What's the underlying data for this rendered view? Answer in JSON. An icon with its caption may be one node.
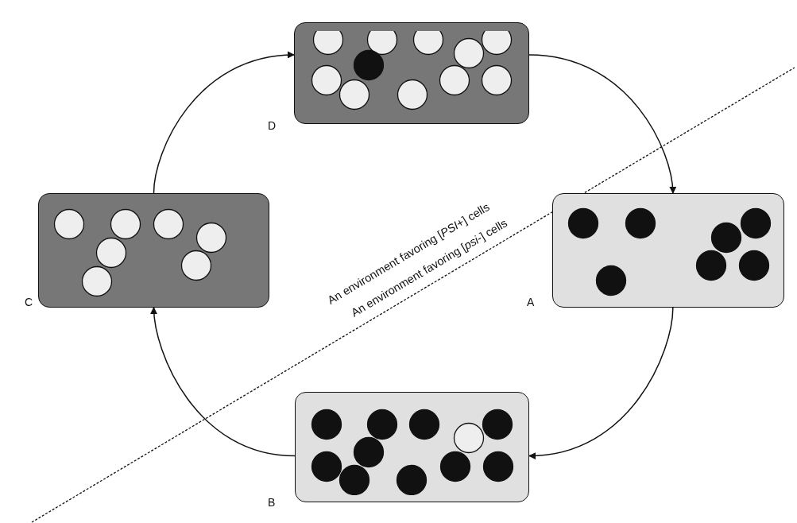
{
  "diagram": {
    "nodes": [
      {
        "text": [],
        "shape": "box",
        "beside": [
          "D"
        ]
      },
      {
        "text": [],
        "shape": "box",
        "beside": [
          "A"
        ]
      },
      {
        "text": [],
        "shape": "box",
        "beside": [
          "B"
        ]
      },
      {
        "text": [],
        "shape": "box",
        "beside": [
          "C"
        ]
      }
    ],
    "edges": [
      {
        "from": 0,
        "to": 1,
        "arrow": "to"
      },
      {
        "from": 1,
        "to": 2,
        "arrow": "to"
      },
      {
        "from": 2,
        "to": 3,
        "arrow": "to"
      },
      {
        "from": 3,
        "to": 0,
        "arrow": "to"
      }
    ],
    "labels": [
      "An environment favoring [*PSI*+] cells",
      "An environment favoring [*psi*-] cells"
    ]
  }
}
